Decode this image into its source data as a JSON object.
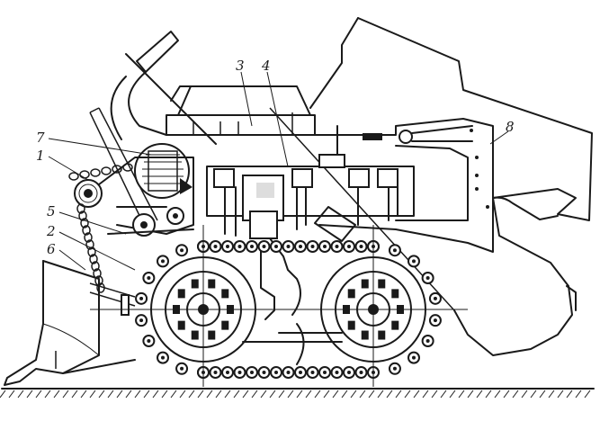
{
  "callouts": [
    {
      "id": "1",
      "text": "1"
    },
    {
      "id": "2",
      "text": "2"
    },
    {
      "id": "3",
      "text": "3"
    },
    {
      "id": "4",
      "text": "4"
    },
    {
      "id": "5",
      "text": "5"
    },
    {
      "id": "6",
      "text": "6"
    },
    {
      "id": "7",
      "text": "7"
    },
    {
      "id": "8",
      "text": "8"
    }
  ],
  "colors": {
    "ink": "#1a1a1a",
    "paper": "#ffffff"
  }
}
